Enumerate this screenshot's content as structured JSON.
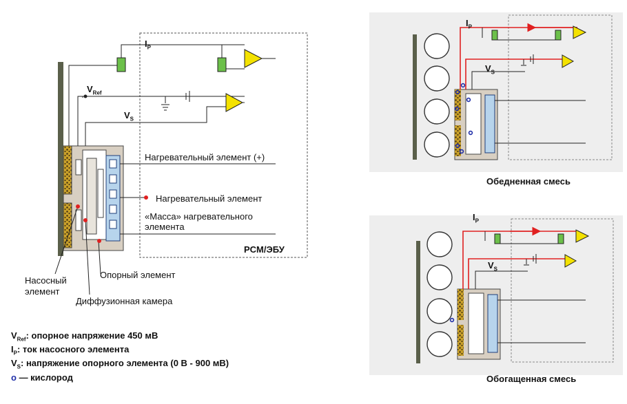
{
  "left_diagram": {
    "heater_plus": "Нагревательный элемент (+)",
    "heater": "Нагревательный элемент",
    "heater_ground_line1": "«Масса» нагревательного",
    "heater_ground_line2": "элемента",
    "pcm": "PCM/ЭБУ",
    "pump_cell_line1": "Насосный",
    "pump_cell_line2": "элемент",
    "reference_cell": "Опорный элемент",
    "diffusion_chamber": "Диффузионная камера",
    "ip_main": "I",
    "ip_sub": "P",
    "vref_main": "V",
    "vref_sub": "Ref",
    "vs_main": "V",
    "vs_sub": "S"
  },
  "right_top": {
    "caption": "Обедненная смесь",
    "ip_main": "I",
    "ip_sub": "P",
    "vs_main": "V",
    "vs_sub": "S"
  },
  "right_bottom": {
    "caption": "Обогащенная смесь",
    "ip_main": "I",
    "ip_sub": "P",
    "vs_main": "V",
    "vs_sub": "S"
  },
  "legend": {
    "vref_main": "V",
    "vref_sub": "Ref",
    "vref_text": ": опорное напряжение 450 мВ",
    "ip_main": "I",
    "ip_sub": "P",
    "ip_text": ": ток насосного элемента",
    "vs_main": "V",
    "vs_sub": "S",
    "vs_text": ": напряжение опорного элемента (0 В - 900 мВ)",
    "o2_symbol": "o",
    "o2_text": " — кислород"
  },
  "colors": {
    "wire": "#222222",
    "current": "#e02020",
    "opamp": "#f4e200",
    "resistor": "#6cc04a",
    "panel_bg": "#eeeeee",
    "sensor_body": "#d8cfc2",
    "oxygen": "#1f2ea8"
  }
}
